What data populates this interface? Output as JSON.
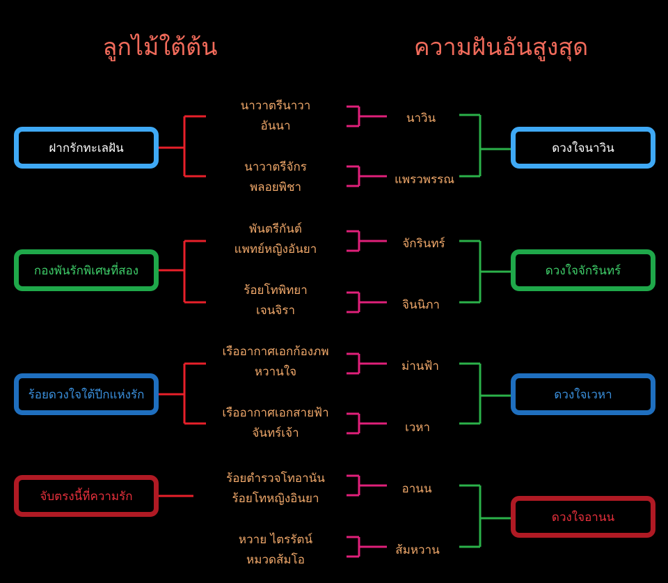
{
  "titles": {
    "left": "ลูกไม้ใต้ต้น",
    "right": "ความฝันอันสูงสุด"
  },
  "groups": [
    {
      "story": "ฝากรักทะเลฝัน",
      "color": "#3fa9f5",
      "text_color": "#ffffff",
      "pairs": [
        {
          "line1": "นาวาตรีนาวา",
          "line2": "อันนา",
          "child": "นาวิน"
        },
        {
          "line1": "นาวาตรีจักร",
          "line2": "พลอยพิชา",
          "child": "แพรวพรรณ"
        }
      ],
      "result": "ดวงใจนาวิน"
    },
    {
      "story": "กองพันรักพิเศษที่สอง",
      "color": "#1fa84a",
      "text_color": "#3fcf6a",
      "pairs": [
        {
          "line1": "พันตรีกันต์",
          "line2": "แพทย์หญิงอันยา",
          "child": "จักรินทร์"
        },
        {
          "line1": "ร้อยโทพิทยา",
          "line2": "เจนจิรา",
          "child": "จินนิภา"
        }
      ],
      "result": "ดวงใจจักรินทร์"
    },
    {
      "story": "ร้อยดวงใจใต้ปีกแห่งรัก",
      "color": "#1f6fbf",
      "text_color": "#3a8fdc",
      "pairs": [
        {
          "line1": "เรืออากาศเอกก้องภพ",
          "line2": "หวานใจ",
          "child": "ม่านฟ้า"
        },
        {
          "line1": "เรืออากาศเอกสายฟ้า",
          "line2": "จันทร์เจ้า",
          "child": "เวหา"
        }
      ],
      "result": "ดวงใจเวหา"
    },
    {
      "story": "จับตรงนี้ที่ความรัก",
      "color": "#b01a24",
      "text_color": "#e8303c",
      "pairs": [
        {
          "line1": "ร้อยตำรวจโทอานัน",
          "line2": "ร้อยโทหญิงอินยา",
          "child": "อานน"
        },
        {
          "line1": "หวาย ไตรรัตน์",
          "line2": "หมวดส้มโอ",
          "child": "ส้มหวาน"
        }
      ],
      "result": "ดวงใจอานน"
    }
  ],
  "connector_colors": {
    "left": "#e8202a",
    "mid": "#e0207a",
    "right": "#2bb24a"
  }
}
